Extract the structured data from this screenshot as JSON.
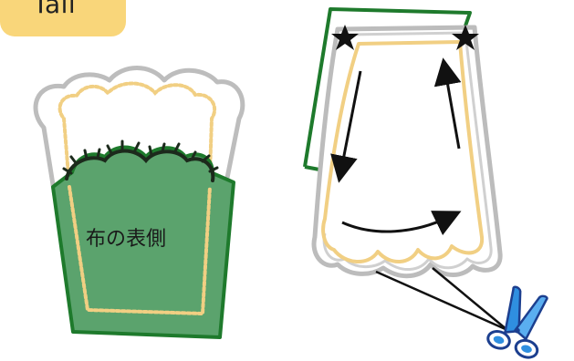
{
  "header": {
    "tab_label": "Tail"
  },
  "diagram": {
    "fabric_label": "布の表側",
    "markers": [
      "star",
      "star"
    ],
    "tool_icon": "scissors-icon"
  },
  "colors": {
    "tab": "#f9d67a",
    "fabric_green": "#5ba36d",
    "fabric_outline": "#1e7a2c",
    "paper_outline": "#b8b8b8",
    "stitch": "#f1cf83",
    "scissors": "#2f8fe0"
  }
}
